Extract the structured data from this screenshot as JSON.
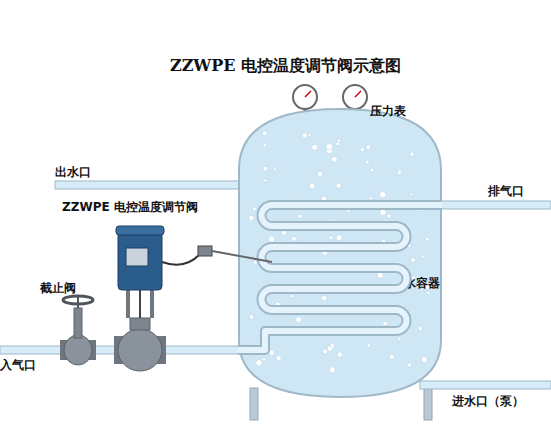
{
  "diagram": {
    "title": "ZZWPE 电控温度调节阀示意图",
    "nodes": [
      {
        "text": [
          "水容器"
        ]
      }
    ],
    "labels": [
      "压力表",
      "出水口",
      "排气口",
      "ZZWPE 电控温度调节阀",
      "截止阀",
      "入气口",
      "进水口（泵）"
    ]
  }
}
